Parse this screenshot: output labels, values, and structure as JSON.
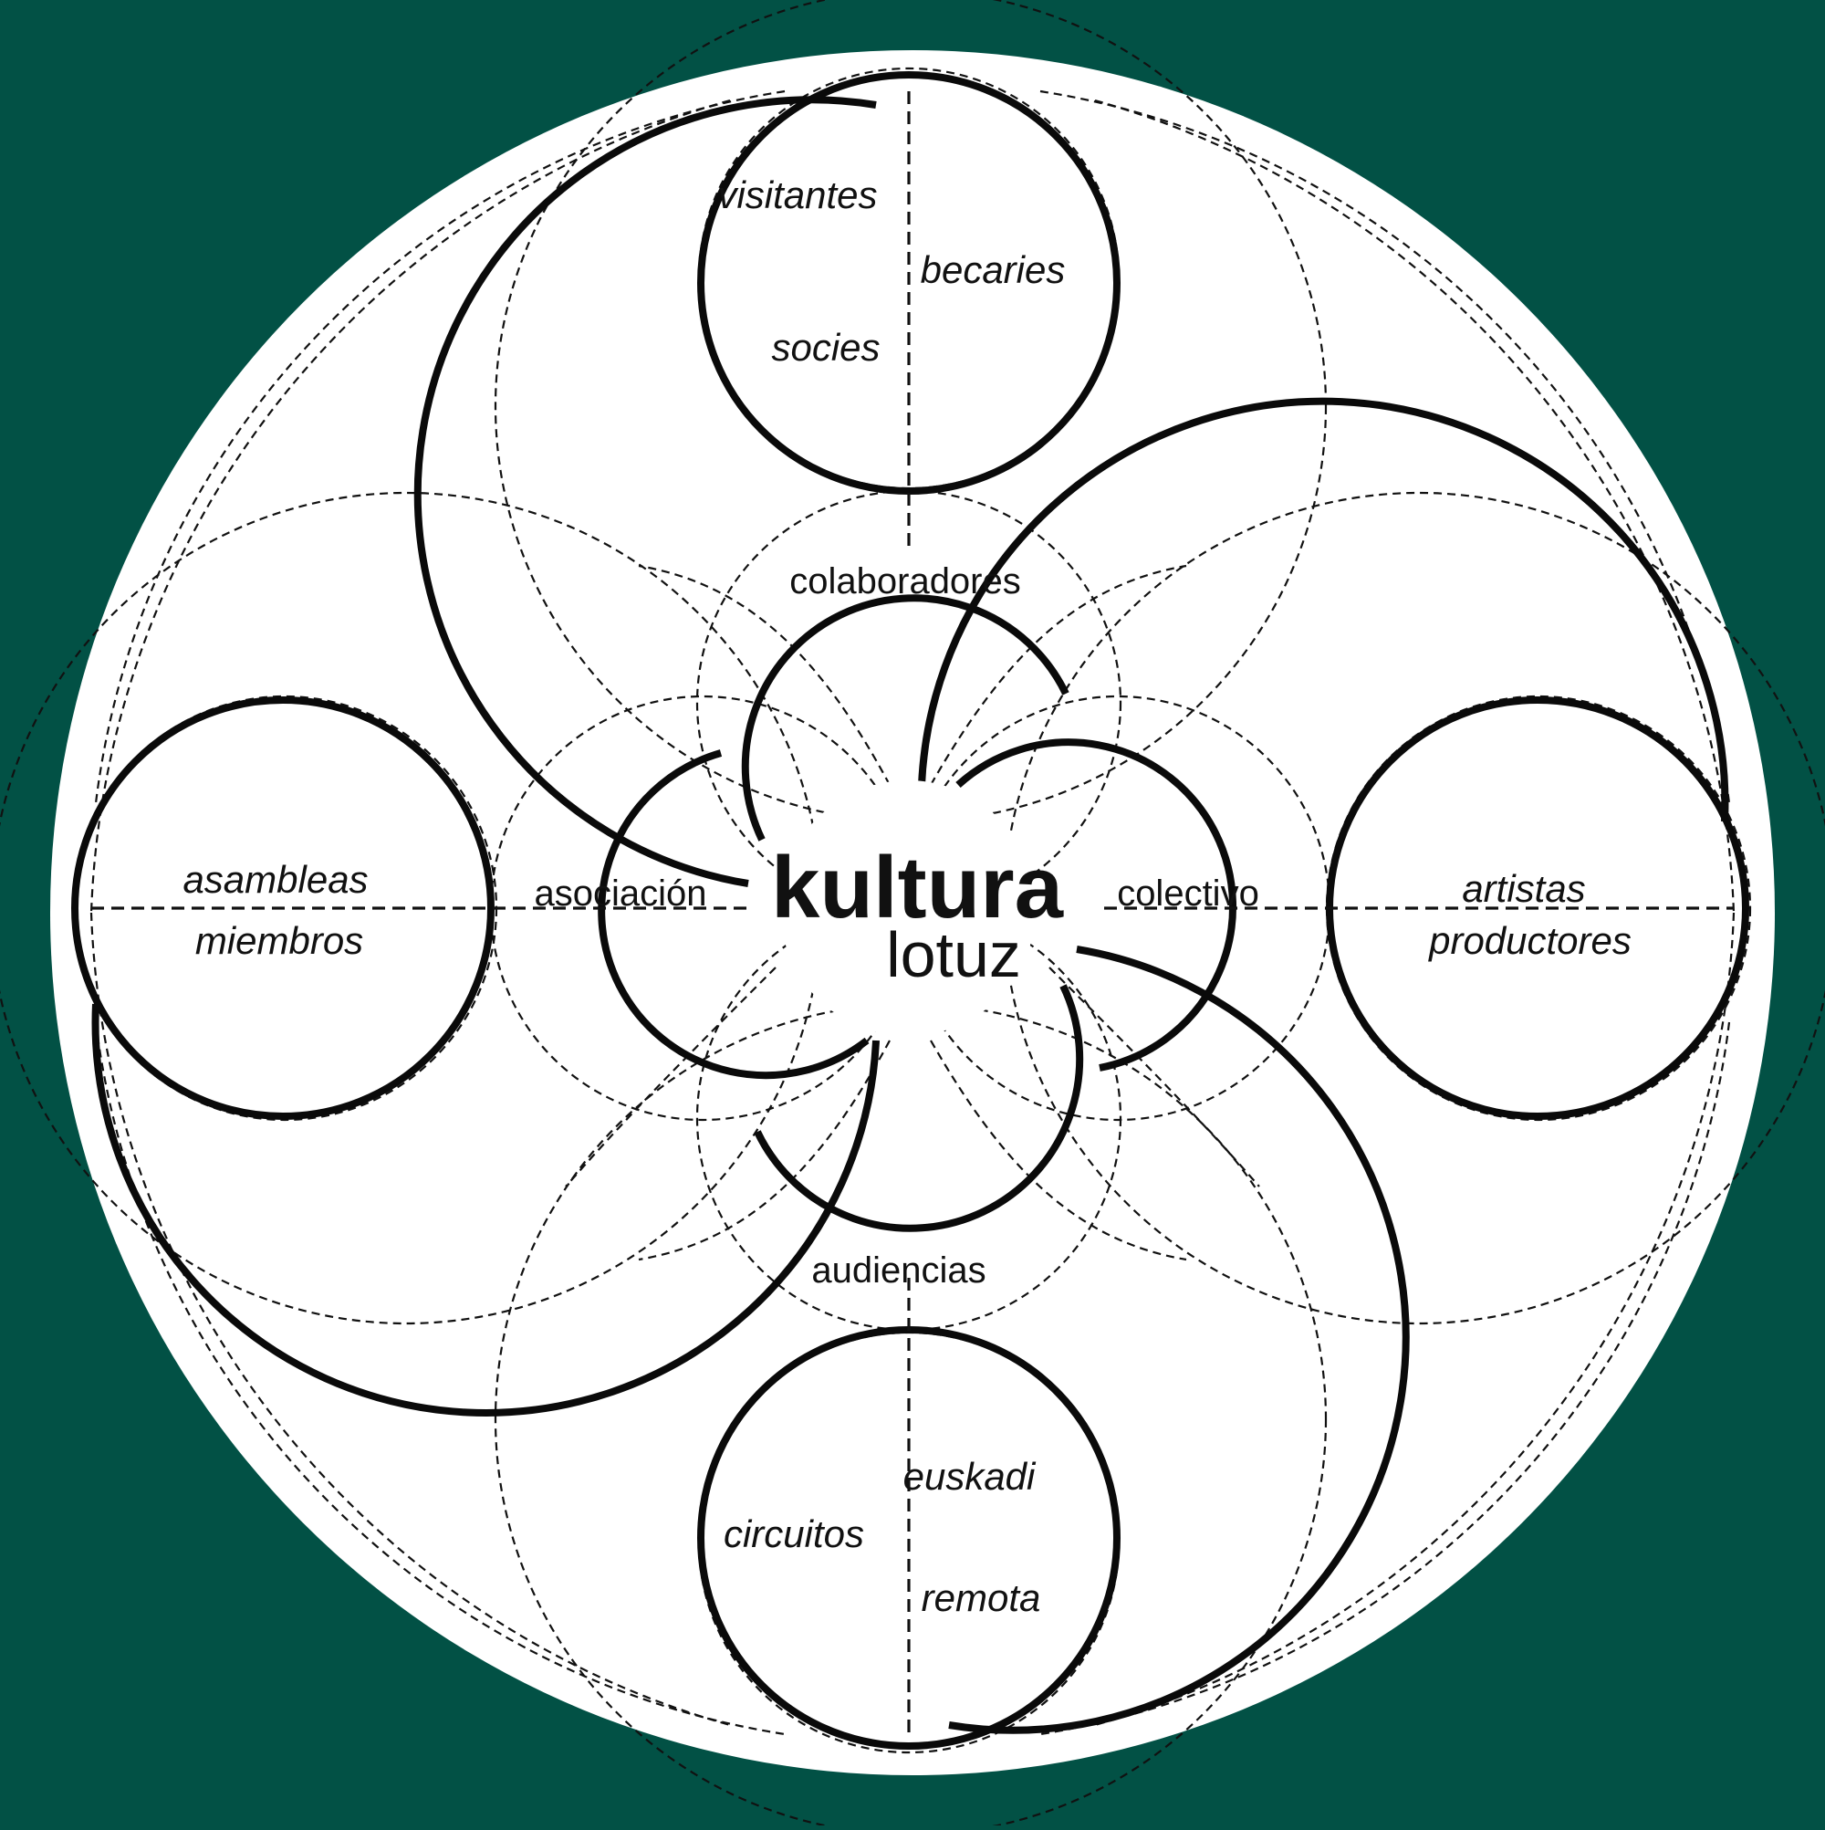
{
  "logo": {
    "word1": "kultura",
    "word2": "lotuz"
  },
  "labels": {
    "top": [
      "visitantes",
      "becaries",
      "socies"
    ],
    "bottom": [
      "euskadi",
      "circuitos",
      "remota"
    ],
    "left": [
      "asambleas",
      "miembros"
    ],
    "right": [
      "artistas",
      "productores"
    ],
    "inner": {
      "top": "colaboradores",
      "left": "asociación",
      "right": "colectivo",
      "bottom": "audiencias"
    }
  },
  "colors": {
    "background": "#025145",
    "disc": "#ffffff",
    "ink": "#111111"
  }
}
